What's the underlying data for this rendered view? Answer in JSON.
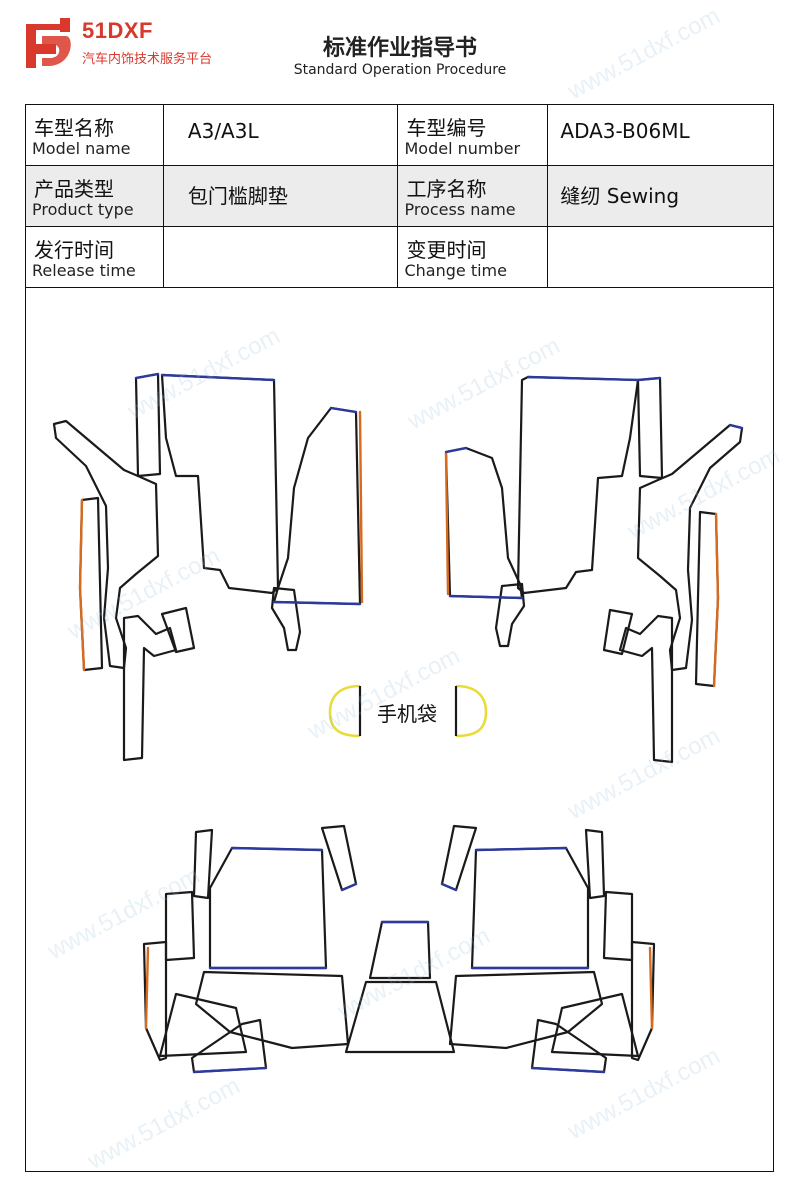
{
  "logo": {
    "name": "51DXF",
    "subtitle": "汽车内饰技术服务平台"
  },
  "doc": {
    "title_cn": "标准作业指导书",
    "title_en": "Standard Operation Procedure"
  },
  "info": {
    "model_name": {
      "label_cn": "车型名称",
      "label_en": "Model name",
      "value": "A3/A3L"
    },
    "model_number": {
      "label_cn": "车型编号",
      "label_en": "Model number",
      "value": "ADA3-B06ML"
    },
    "product_type": {
      "label_cn": "产品类型",
      "label_en": "Product type",
      "value": "包门槛脚垫"
    },
    "process_name": {
      "label_cn": "工序名称",
      "label_en": "Process name",
      "value": "缝纫 Sewing"
    },
    "release_time": {
      "label_cn": "发行时间",
      "label_en": "Release time",
      "value": ""
    },
    "change_time": {
      "label_cn": "变更时间",
      "label_en": "Change time",
      "value": ""
    }
  },
  "drawing": {
    "pocket_label": "手机袋",
    "colors": {
      "outline": "#1a1a1a",
      "blue_edge": "#2c3a9e",
      "orange_edge": "#d66a1e",
      "yellow_edge": "#e8dc3a",
      "brand": "#d9382c"
    }
  },
  "watermark": "www.51dxf.com"
}
